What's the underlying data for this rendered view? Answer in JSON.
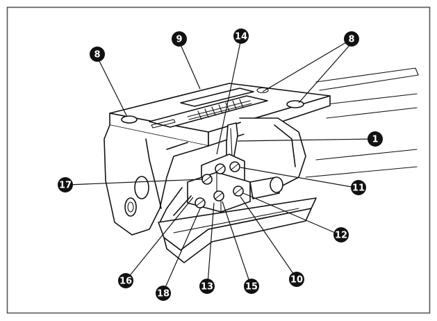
{
  "callouts": [
    {
      "id": "c8a",
      "label": "8"
    },
    {
      "id": "c9",
      "label": "9"
    },
    {
      "id": "c14",
      "label": "14"
    },
    {
      "id": "c8b",
      "label": "8"
    },
    {
      "id": "c1",
      "label": "1"
    },
    {
      "id": "c17",
      "label": "17"
    },
    {
      "id": "c11",
      "label": "11"
    },
    {
      "id": "c12",
      "label": "12"
    },
    {
      "id": "c16",
      "label": "16"
    },
    {
      "id": "c18",
      "label": "18"
    },
    {
      "id": "c13",
      "label": "13"
    },
    {
      "id": "c15",
      "label": "15"
    },
    {
      "id": "c10",
      "label": "10"
    }
  ],
  "colors": {
    "border": "#555555",
    "line": "#111111",
    "callout_fill": "#111111",
    "callout_text": "#ffffff"
  }
}
